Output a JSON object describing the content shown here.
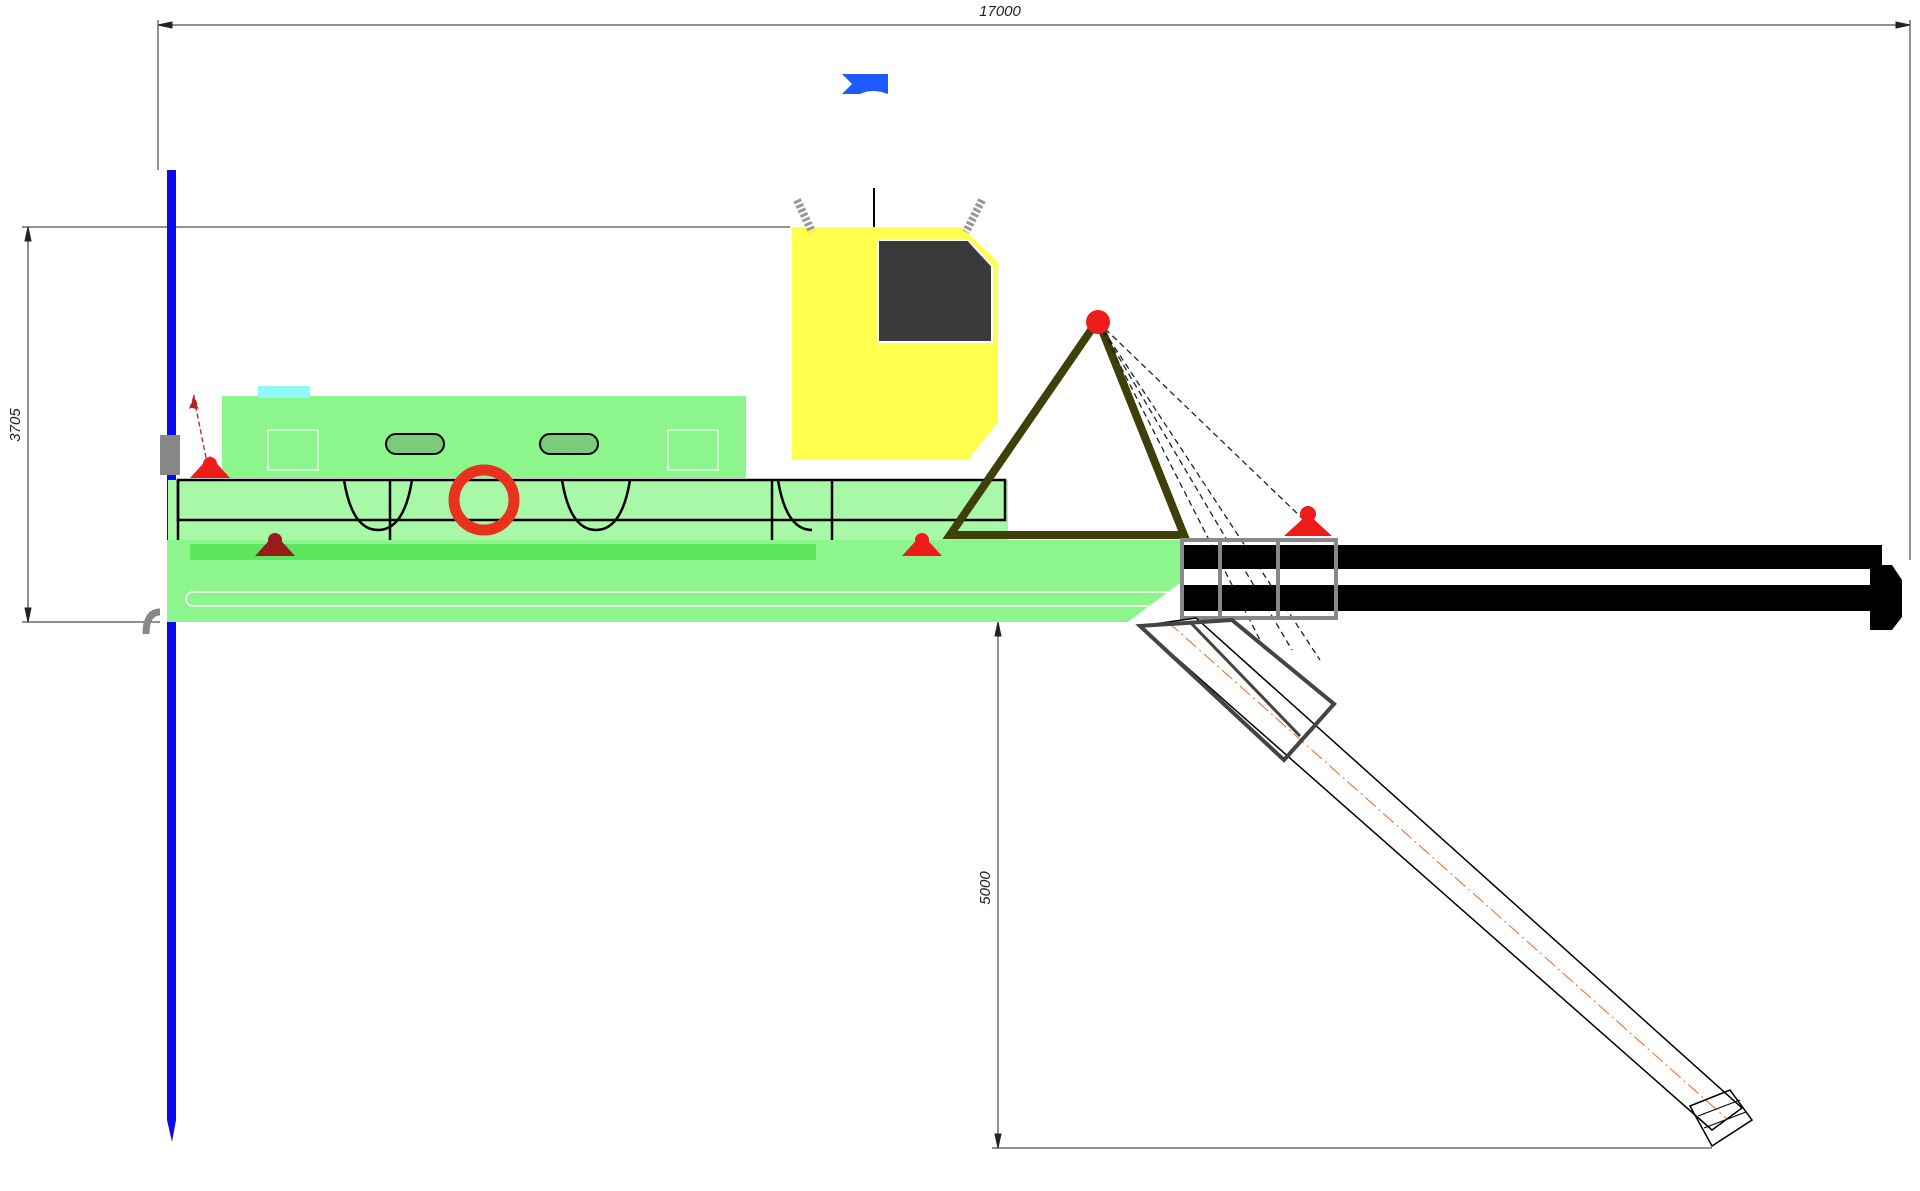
{
  "dimensions": {
    "overall_length": "17000",
    "height": "3705",
    "dredge_depth": "5000"
  },
  "colors": {
    "hull": "#8CF58C",
    "hull_light": "#A8F8A8",
    "hull_stripe": "#5FE65F",
    "cabin": "#FFFF4D",
    "cabin_window": "#3A3A3A",
    "spud": "#0A0AEE",
    "flag": "#1E5BFF",
    "gantry": "#3F3F0A",
    "pipe": "#000000",
    "lifebuoy": "#E8321E",
    "winch": "#EE1B1B",
    "dim_line": "#222222"
  },
  "icons": [
    "flag-icon",
    "lifebuoy-icon",
    "winch-icon",
    "beacon-icon",
    "horn-icon",
    "cutter-head-icon"
  ]
}
